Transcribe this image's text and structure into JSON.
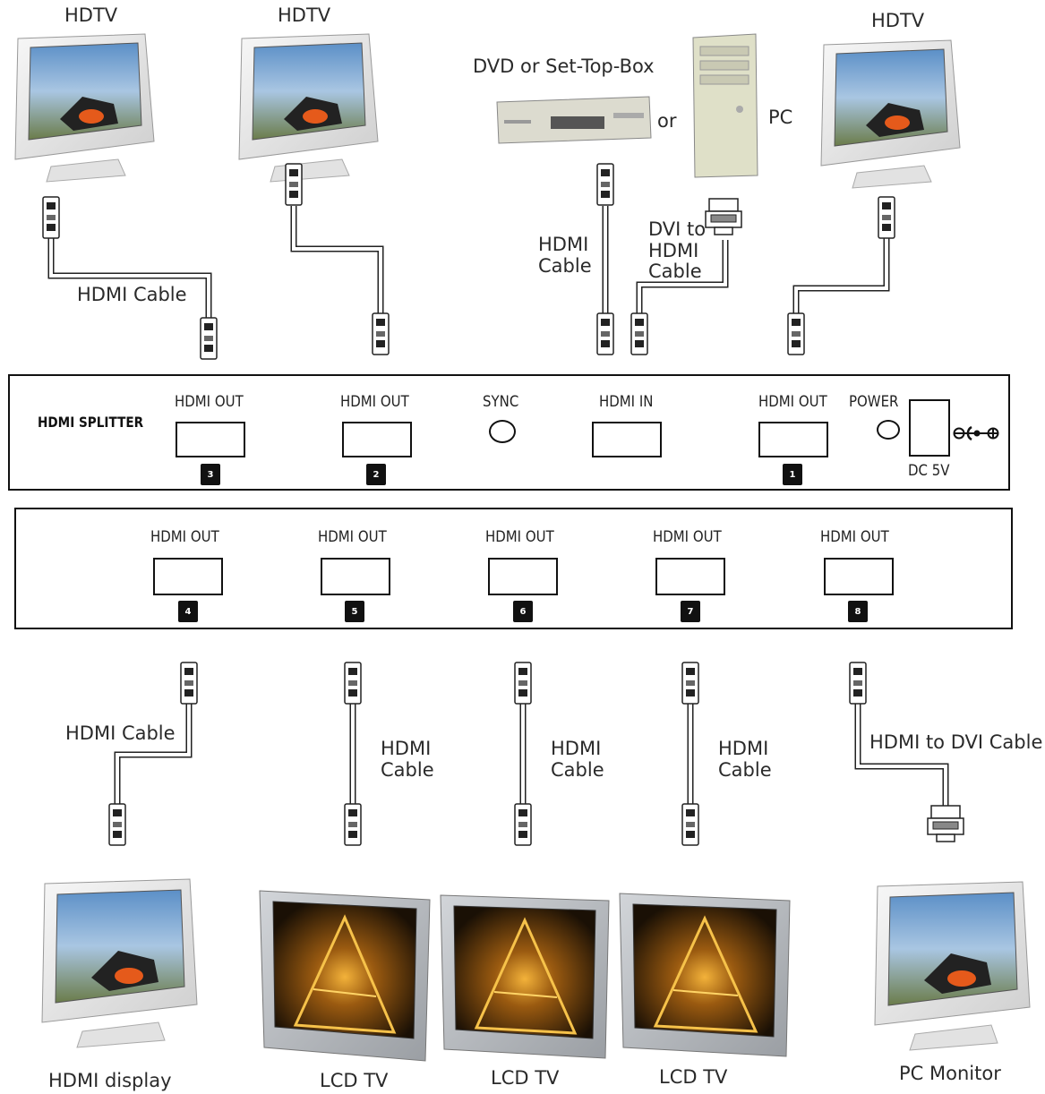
{
  "devices_top": {
    "hdtv_1": "HDTV",
    "hdtv_2": "HDTV",
    "dvd": "DVD or Set-Top-Box",
    "or": "or",
    "pc": "PC",
    "hdtv_3": "HDTV"
  },
  "cables_top": {
    "hdmi_cable_1": "HDMI Cable",
    "hdmi_cable_dvd": "HDMI\nCable",
    "dvi_to_hdmi": "DVI to\nHDMI\nCable"
  },
  "splitter": {
    "title": "HDMI SPLITTER",
    "sync": "SYNC",
    "hdmi_in": "HDMI IN",
    "power": "POWER",
    "dc": "DC 5V",
    "row1_ports": [
      {
        "label": "HDMI OUT",
        "num": "3"
      },
      {
        "label": "HDMI OUT",
        "num": "2"
      },
      {
        "label": "HDMI OUT",
        "num": "1"
      }
    ],
    "row2_ports": [
      {
        "label": "HDMI OUT",
        "num": "4"
      },
      {
        "label": "HDMI OUT",
        "num": "5"
      },
      {
        "label": "HDMI OUT",
        "num": "6"
      },
      {
        "label": "HDMI OUT",
        "num": "7"
      },
      {
        "label": "HDMI OUT",
        "num": "8"
      }
    ]
  },
  "cables_bottom": {
    "hdmi_cable_4": "HDMI Cable",
    "hdmi_cable_5": "HDMI\nCable",
    "hdmi_cable_6": "HDMI\nCable",
    "hdmi_cable_7": "HDMI\nCable",
    "hdmi_to_dvi": "HDMI to DVI Cable"
  },
  "devices_bottom": {
    "hdmi_display": "HDMI display",
    "lcd_1": "LCD TV",
    "lcd_2": "LCD TV",
    "lcd_3": "LCD TV",
    "pc_monitor": "PC Monitor"
  },
  "colors": {
    "outline": "#111111",
    "monitor_body": "#e8e8e8",
    "tv_frame": "#b9bcc0",
    "tv_screen": "#3a2a10",
    "tower_glow": "#e0a020",
    "dvd_body": "#d9d8cc",
    "pc_body": "#dedfc8"
  }
}
